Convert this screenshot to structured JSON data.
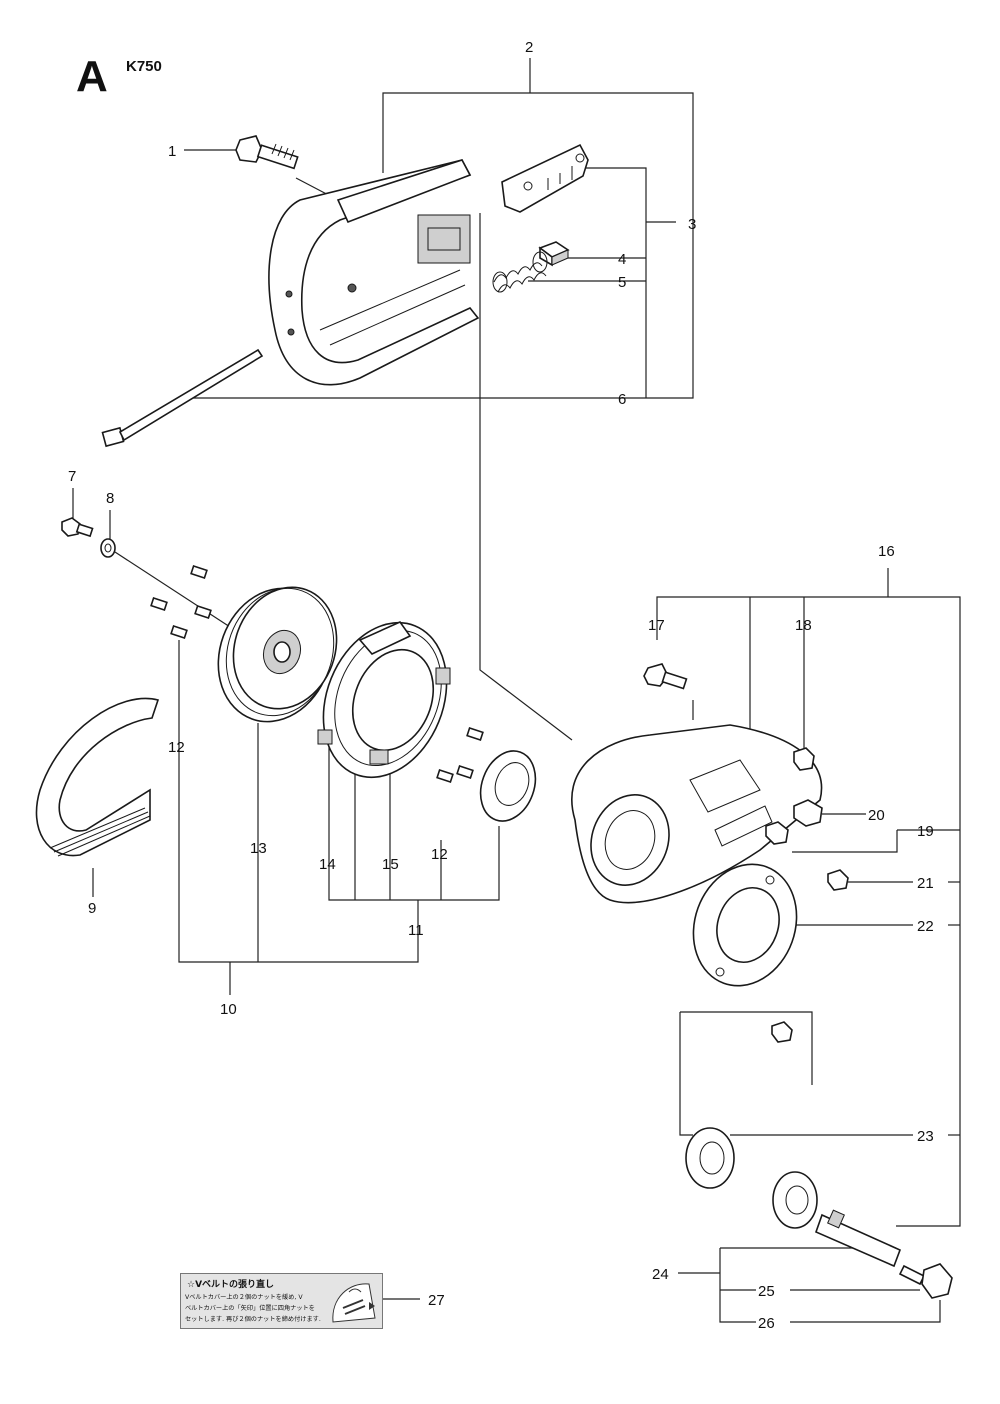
{
  "header": {
    "section_letter": "A",
    "model": "K750"
  },
  "parts": [
    {
      "id": "p1",
      "label": "1"
    },
    {
      "id": "p2",
      "label": "2"
    },
    {
      "id": "p3",
      "label": "3"
    },
    {
      "id": "p4",
      "label": "4"
    },
    {
      "id": "p5",
      "label": "5"
    },
    {
      "id": "p6",
      "label": "6"
    },
    {
      "id": "p7",
      "label": "7"
    },
    {
      "id": "p8",
      "label": "8"
    },
    {
      "id": "p9",
      "label": "9"
    },
    {
      "id": "p10",
      "label": "10"
    },
    {
      "id": "p11",
      "label": "11"
    },
    {
      "id": "p12a",
      "label": "12"
    },
    {
      "id": "p12b",
      "label": "12"
    },
    {
      "id": "p13",
      "label": "13"
    },
    {
      "id": "p14",
      "label": "14"
    },
    {
      "id": "p15",
      "label": "15"
    },
    {
      "id": "p16",
      "label": "16"
    },
    {
      "id": "p17",
      "label": "17"
    },
    {
      "id": "p18",
      "label": "18"
    },
    {
      "id": "p19",
      "label": "19"
    },
    {
      "id": "p20",
      "label": "20"
    },
    {
      "id": "p21",
      "label": "21"
    },
    {
      "id": "p22",
      "label": "22"
    },
    {
      "id": "p23",
      "label": "23"
    },
    {
      "id": "p24",
      "label": "24"
    },
    {
      "id": "p25",
      "label": "25"
    },
    {
      "id": "p26",
      "label": "26"
    },
    {
      "id": "p27",
      "label": "27"
    }
  ],
  "decal": {
    "title": "☆Vベルトの張り直し",
    "text": "Vベルトカバー上の２個のナットを緩め, V\nベルトカバー上の「矢印」位置に四角ナットを\nセットします. 再び２個のナットを締め付けます."
  }
}
